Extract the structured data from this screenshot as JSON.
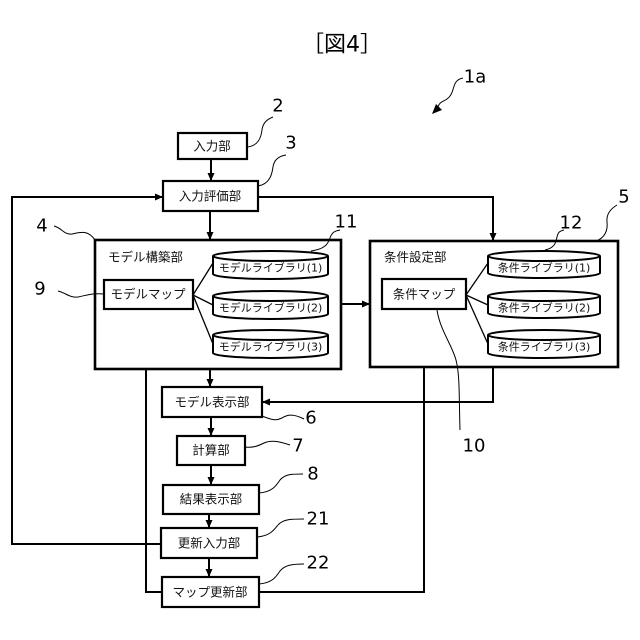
{
  "figure": {
    "title": "［図4］",
    "system_ref": "1a"
  },
  "blocks": {
    "input": {
      "label": "入力部",
      "ref": "2"
    },
    "input_eval": {
      "label": "入力評価部",
      "ref": "3"
    },
    "model_builder": {
      "label": "モデル構築部",
      "ref": "4"
    },
    "model_map": {
      "label": "モデルマップ",
      "ref": "9"
    },
    "model_libraries": {
      "ref": "11",
      "items": [
        "モデルライブラリ(1)",
        "モデルライブラリ(2)",
        "モデルライブラリ(3)"
      ]
    },
    "condition_setter": {
      "label": "条件設定部",
      "ref": "5"
    },
    "condition_map": {
      "label": "条件マップ",
      "ref": "10"
    },
    "condition_libraries": {
      "ref": "12",
      "items": [
        "条件ライブラリ(1)",
        "条件ライブラリ(2)",
        "条件ライブラリ(3)"
      ]
    },
    "model_display": {
      "label": "モデル表示部",
      "ref": "6"
    },
    "calculator": {
      "label": "計算部",
      "ref": "7"
    },
    "result_display": {
      "label": "結果表示部",
      "ref": "8"
    },
    "update_input": {
      "label": "更新入力部",
      "ref": "21"
    },
    "map_updater": {
      "label": "マップ更新部",
      "ref": "22"
    }
  }
}
